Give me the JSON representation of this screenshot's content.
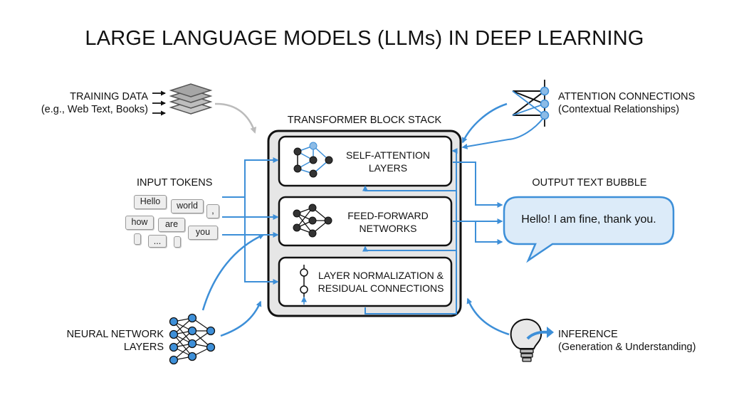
{
  "title": "LARGE LANGUAGE MODELS (LLMs) IN DEEP LEARNING",
  "training_data": {
    "line1": "TRAINING DATA",
    "line2": "(e.g., Web Text, Books)"
  },
  "input_tokens": {
    "label": "INPUT TOKENS",
    "tokens": [
      "Hello",
      "world",
      ",",
      "how",
      "are",
      "you",
      "...",
      ""
    ]
  },
  "neural_network": {
    "line1": "NEURAL NETWORK",
    "line2": "LAYERS"
  },
  "stack": {
    "label": "TRANSFORMER BLOCK STACK",
    "layers": [
      {
        "line1": "SELF-ATTENTION",
        "line2": "LAYERS"
      },
      {
        "line1": "FEED-FORWARD",
        "line2": "NETWORKS"
      },
      {
        "line1": "LAYER NORMALIZATION &",
        "line2": "RESIDUAL CONNECTIONS"
      }
    ]
  },
  "attention": {
    "line1": "ATTENTION CONNECTIONS",
    "line2": "(Contextual Relationships)"
  },
  "output": {
    "label": "OUTPUT TEXT BUBBLE",
    "text": "Hello! I am fine, thank you."
  },
  "inference": {
    "line1": "INFERENCE",
    "line2": "(Generation & Understanding)"
  },
  "colors": {
    "accent": "#3d8fd8",
    "bubble_fill": "#dcebf9",
    "stack_fill": "#e6e6e6",
    "grey_arrow": "#bbbbbb"
  },
  "icons": [
    "layers-stack-icon",
    "network-graph-icon",
    "neural-network-icon",
    "attention-graph-icon",
    "lightbulb-icon",
    "chain-icon"
  ]
}
